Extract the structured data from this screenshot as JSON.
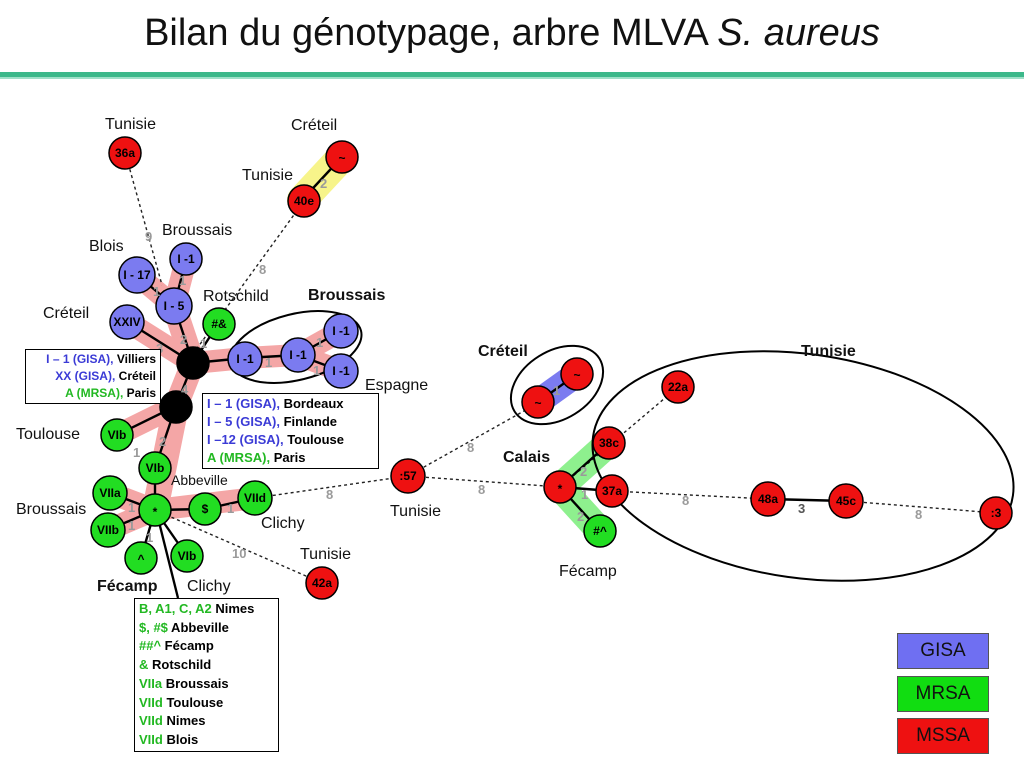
{
  "title": {
    "main": "Bilan du génotypage, arbre MLVA ",
    "species": "S. aureus"
  },
  "colors": {
    "gisa": "#7b7bf0",
    "mrsa": "#22dd22",
    "mssa": "#ee1111",
    "highlight": "#f4a6a6"
  },
  "nodes": {
    "n36a": "36a",
    "n40e": "40e",
    "n_tilde1": "~",
    "i1_top": "I -1",
    "i17": "I - 17",
    "i5": "I - 5",
    "xxiv": "XXIV",
    "hash_amp": "#&",
    "i1_a": "I -1",
    "i1_b": "I -1",
    "i1_c": "I -1",
    "i1_d": "I -1",
    "vib1": "VIb",
    "vib2": "VIb",
    "viia": "VIIa",
    "viib": "VIIb",
    "star_green": "*",
    "dollar": "$",
    "viid": "VIId",
    "caret": "^",
    "vib3": "VIb",
    "n42a": "42a",
    "n57": ":57",
    "tilde_r1": "~",
    "tilde_r2": "~",
    "n22a": "22a",
    "n38c": "38c",
    "star_red": "*",
    "n37a": "37a",
    "hash_caret": "#^",
    "n48a": "48a",
    "n45c": "45c",
    "n3": ":3"
  },
  "labels": {
    "tunisie_36a": "Tunisie",
    "creteil_top": "Créteil",
    "tunisie_40e": "Tunisie",
    "broussais_top": "Broussais",
    "blois": "Blois",
    "rotschild": "Rotschild",
    "broussais_bold": "Broussais",
    "creteil_left": "Créteil",
    "espagne": "Espagne",
    "toulouse": "Toulouse",
    "abbeville": "Abbeville",
    "broussais_left": "Broussais",
    "clichy_1": "Clichy",
    "tunisie_42a": "Tunisie",
    "fecamp_bold": "Fécamp",
    "clichy_2": "Clichy",
    "tunisie_57": "Tunisie",
    "creteil_right": "Créteil",
    "tunisie_right": "Tunisie",
    "calais": "Calais",
    "fecamp_right": "Fécamp"
  },
  "edge_labels": {
    "e9": "9",
    "e8a": "8",
    "e2top": "2",
    "e1a": "1",
    "e1b": "1",
    "e3": "3",
    "e2mid": "2",
    "e1c": "1",
    "e1d": "1",
    "e1e": "1",
    "e4": "4",
    "e2low": "2",
    "e1f": "1",
    "e1g": "1",
    "e1h": "1",
    "e1i": "1",
    "e1j": "1",
    "e10": "10",
    "e8b": "8",
    "e8c": "8",
    "e8d": "8",
    "e1r": "1",
    "e2r1": "2",
    "e1r2": "1",
    "e2r2": "2",
    "e8e": "8",
    "e3r": "3",
    "e8f": "8",
    "e1k": "1"
  },
  "box_left": [
    {
      "code": "I – 1 (GISA),",
      "place": " Villiers",
      "color": "blue"
    },
    {
      "code": "XX (GISA),",
      "place": " Créteil",
      "color": "blue"
    },
    {
      "code": "A (MRSA),",
      "place": " Paris",
      "color": "green"
    }
  ],
  "box_mid": [
    {
      "code": "I – 1 (GISA),",
      "place": " Bordeaux",
      "color": "blue"
    },
    {
      "code": "I – 5 (GISA),",
      "place": " Finlande",
      "color": "blue"
    },
    {
      "code": "I –12 (GISA),",
      "place": " Toulouse",
      "color": "blue"
    },
    {
      "code": "A (MRSA),",
      "place": " Paris",
      "color": "green"
    }
  ],
  "box_bottom": [
    {
      "code": "B, A1, C, A2",
      "place": " Nimes"
    },
    {
      "code": "$, #$",
      "place": " Abbeville"
    },
    {
      "code": "##^",
      "place": " Fécamp"
    },
    {
      "code": "&",
      "place": " Rotschild"
    },
    {
      "code": "VIIa",
      "place": " Broussais"
    },
    {
      "code": " VIId",
      "place": " Toulouse"
    },
    {
      "code": "VIId",
      "place": " Nimes"
    },
    {
      "code": "VIId",
      "place": " Blois"
    }
  ],
  "legend": {
    "gisa": "GISA",
    "mrsa": "MRSA",
    "mssa": "MSSA"
  }
}
